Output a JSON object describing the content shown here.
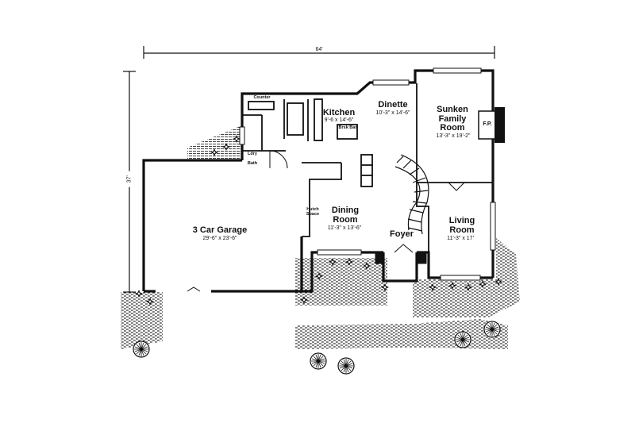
{
  "plan": {
    "overall_width": "64'",
    "overall_depth": "37'",
    "rooms": {
      "kitchen": {
        "name": "Kitchen",
        "dims": "9'-6 x 14'-6\""
      },
      "dinette": {
        "name": "Dinette",
        "dims": "10'-3\" x 14'-6\""
      },
      "family": {
        "name": "Sunken Family Room",
        "dims": "13'-3\" x 19'-2\""
      },
      "garage": {
        "name": "3 Car Garage",
        "dims": "29'-6\" x 23'-6\""
      },
      "dining": {
        "name": "Dining Room",
        "dims": "11'-3\" x 13'-6\""
      },
      "living": {
        "name": "Living Room",
        "dims": "11'-3\" x 17'"
      },
      "foyer": {
        "name": "Foyer"
      }
    },
    "labels": {
      "counter": "Counter",
      "fireplace": "F.P.",
      "hutch": "Hutch Space",
      "breakfast_bar": "Brsk Bar",
      "laundry": "Ldry",
      "bath": "Bath"
    }
  },
  "colors": {
    "ink": "#111111",
    "hatch": "#555555",
    "paper": "#ffffff"
  }
}
